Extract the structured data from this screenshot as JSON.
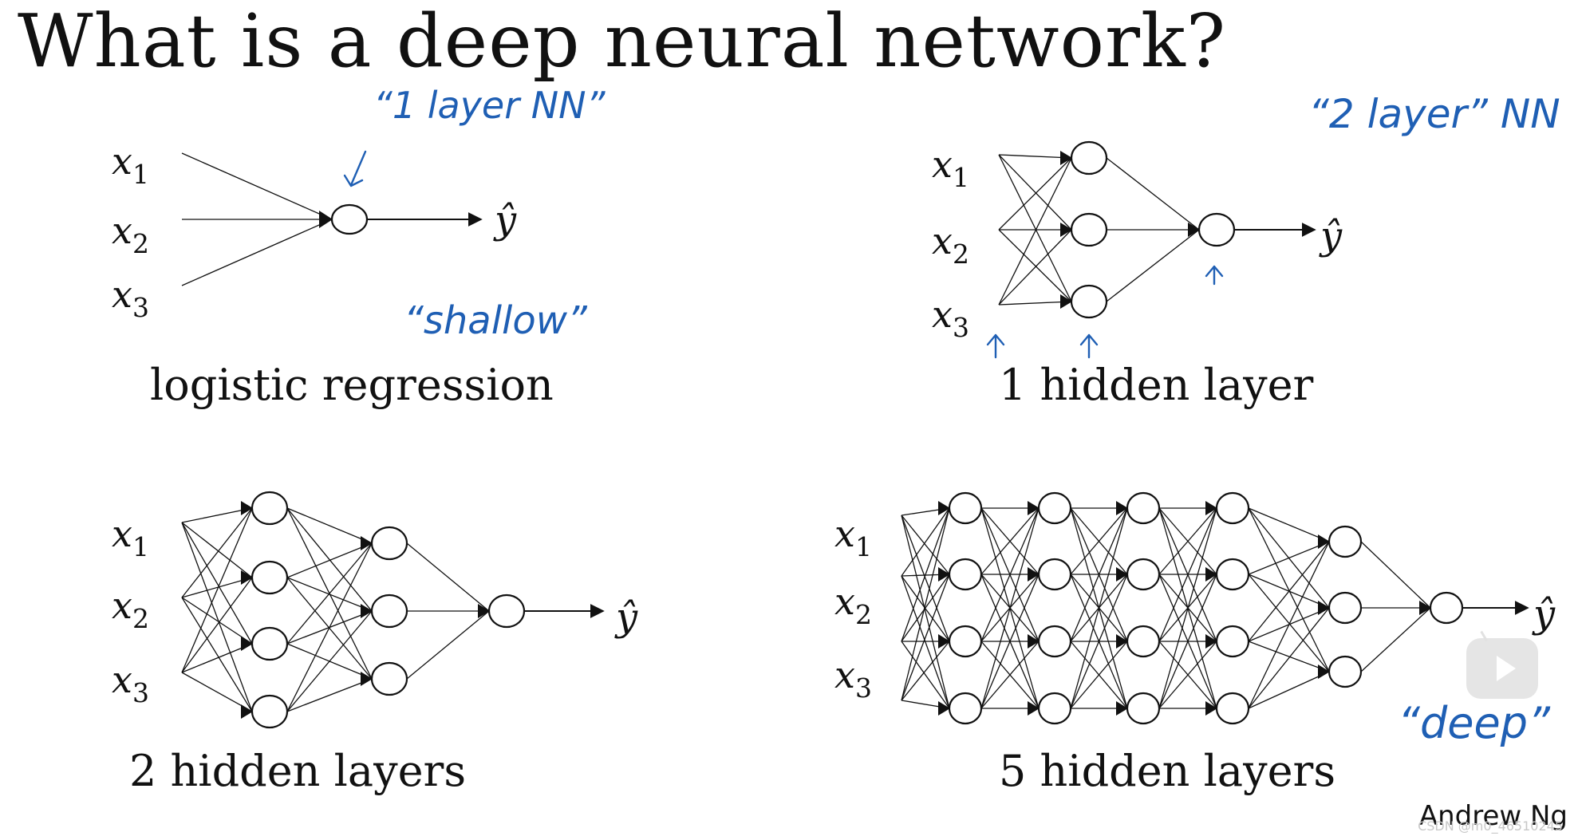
{
  "title": "What is a deep neural network?",
  "captions": {
    "logistic": "logistic regression",
    "one_hidden": "1 hidden layer",
    "two_hidden": "2 hidden layers",
    "five_hidden": "5 hidden layers"
  },
  "input_labels": [
    "x",
    "x",
    "x"
  ],
  "input_subscripts": [
    "1",
    "2",
    "3"
  ],
  "output_label": "ŷ",
  "annotations": {
    "one_layer_nn": "“1 layer NN”",
    "shallow": "“shallow”",
    "two_layer_nn": "“2 layer” NN",
    "deep": "“deep”"
  },
  "author": "Andrew Ng",
  "watermark": "CSDN @m0_46510245",
  "ink_color": "#1f5fb4",
  "line_color": "#111111",
  "icons": {
    "play": "play-button-icon"
  }
}
